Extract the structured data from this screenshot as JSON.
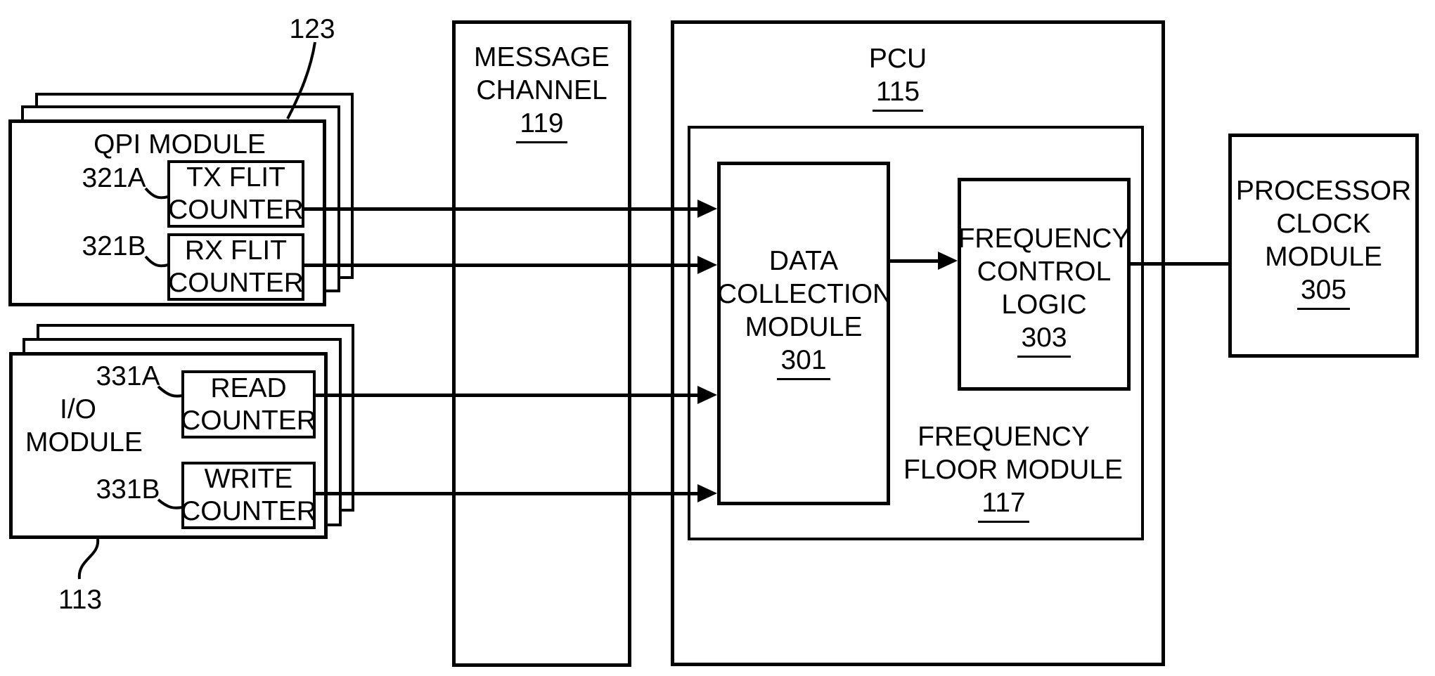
{
  "colors": {
    "ink": "#000000",
    "background": "#ffffff"
  },
  "qpi_module": {
    "ref": "123",
    "title": "QPI MODULE",
    "tx_counter": {
      "ref": "321A",
      "line1": "TX FLIT",
      "line2": "COUNTER"
    },
    "rx_counter": {
      "ref": "321B",
      "line1": "RX FLIT",
      "line2": "COUNTER"
    }
  },
  "io_module": {
    "ref": "113",
    "line1": "I/O",
    "line2": "MODULE",
    "read_counter": {
      "ref": "331A",
      "line1": "READ",
      "line2": "COUNTER"
    },
    "write_counter": {
      "ref": "331B",
      "line1": "WRITE",
      "line2": "COUNTER"
    }
  },
  "message_channel": {
    "ref": "119",
    "line1": "MESSAGE",
    "line2": "CHANNEL"
  },
  "pcu": {
    "ref": "115",
    "title": "PCU"
  },
  "frequency_floor_module": {
    "ref": "117",
    "line1": "FREQUENCY",
    "line2": "FLOOR MODULE"
  },
  "data_collection_module": {
    "ref": "301",
    "line1": "DATA",
    "line2": "COLLECTION",
    "line3": "MODULE"
  },
  "frequency_control_logic": {
    "ref": "303",
    "line1": "FREQUENCY",
    "line2": "CONTROL",
    "line3": "LOGIC"
  },
  "processor_clock_module": {
    "ref": "305",
    "line1": "PROCESSOR",
    "line2": "CLOCK",
    "line3": "MODULE"
  }
}
